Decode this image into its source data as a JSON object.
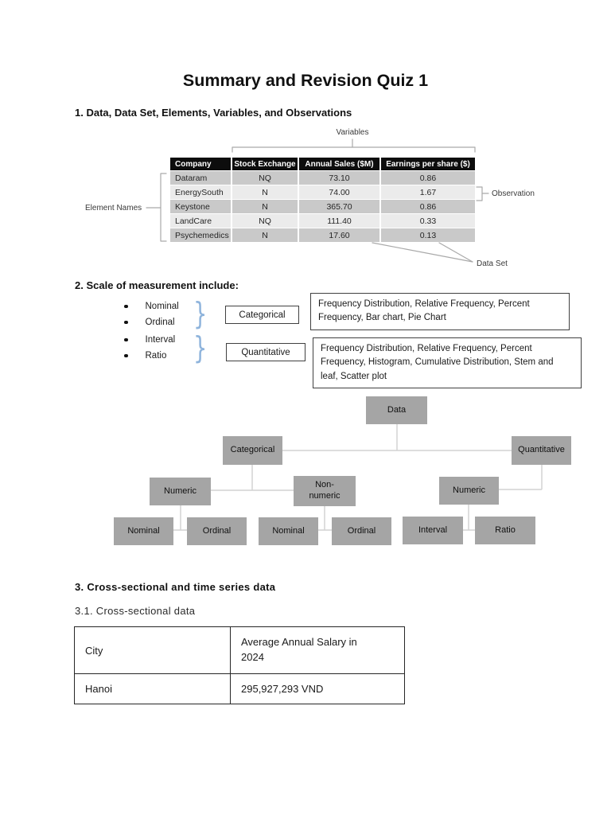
{
  "page": {
    "title": "Summary and Revision Quiz 1"
  },
  "section1": {
    "heading": "1. Data, Data Set, Elements, Variables, and Observations",
    "figure": {
      "variables_label": "Variables",
      "element_names_label": "Element Names",
      "observation_label": "Observation",
      "data_set_label": "Data Set",
      "table": {
        "headers": [
          "Company",
          "Stock Exchange",
          "Annual Sales ($M)",
          "Earnings per share ($)"
        ],
        "rows": [
          [
            "Dataram",
            "NQ",
            "73.10",
            "0.86"
          ],
          [
            "EnergySouth",
            "N",
            "74.00",
            "1.67"
          ],
          [
            "Keystone",
            "N",
            "365.70",
            "0.86"
          ],
          [
            "LandCare",
            "NQ",
            "111.40",
            "0.33"
          ],
          [
            "Psychemedics",
            "N",
            "17.60",
            "0.13"
          ]
        ]
      }
    }
  },
  "section2": {
    "heading": "2. Scale of measurement include:",
    "bullets": [
      "Nominal",
      "Ordinal",
      "Interval",
      "Ratio"
    ],
    "brace_char": "}",
    "categorical_label": "Categorical",
    "quantitative_label": "Quantitative",
    "categorical_methods": "Frequency Distribution, Relative Frequency, Percent Frequency, Bar chart, Pie Chart",
    "quantitative_methods": "Frequency Distribution, Relative Frequency, Percent Frequency, Histogram, Cumulative Distribution, Stem and leaf, Scatter plot"
  },
  "tree": {
    "nodes": {
      "data": "Data",
      "categorical": "Categorical",
      "quantitative": "Quantitative",
      "numeric_categorical": "Numeric",
      "non_numeric": "Non-numeric",
      "numeric_quantitative": "Numeric",
      "nominal_numeric": "Nominal",
      "ordinal_numeric": "Ordinal",
      "nominal_non_numeric": "Nominal",
      "ordinal_non_numeric": "Ordinal",
      "interval": "Interval",
      "ratio": "Ratio"
    }
  },
  "section3": {
    "heading": "3. Cross-sectional and time series data",
    "subheading": "3.1. Cross-sectional data",
    "table": {
      "headers": [
        "City",
        "Average Annual Salary in 2024"
      ],
      "rows": [
        [
          "Hanoi",
          "295,927,293 VND"
        ]
      ]
    }
  }
}
